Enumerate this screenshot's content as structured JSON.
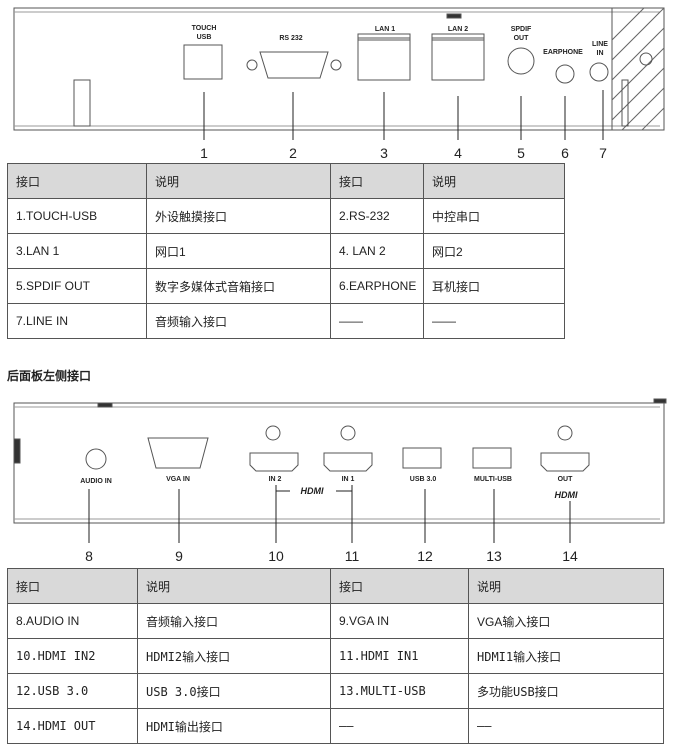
{
  "panel_top": {
    "labels": {
      "touch_usb": [
        "TOUCH",
        "USB"
      ],
      "rs232": "RS 232",
      "lan1": "LAN 1",
      "lan2": "LAN 2",
      "spdif": [
        "SPDIF",
        "OUT"
      ],
      "earphone": "EARPHONE",
      "line_in": [
        "LINE",
        "IN"
      ]
    },
    "callouts": [
      "1",
      "2",
      "3",
      "4",
      "5",
      "6",
      "7"
    ]
  },
  "table_top": {
    "header": [
      "接口",
      "说明",
      "接口",
      "说明"
    ],
    "rows": [
      [
        "1.TOUCH-USB",
        "外设触摸接口",
        "2.RS-232",
        "中控串口"
      ],
      [
        "3.LAN 1",
        "网口1",
        "4. LAN 2",
        "网口2"
      ],
      [
        "5.SPDIF OUT",
        "数字多媒体式音箱接口",
        "6.EARPHONE",
        "耳机接口"
      ],
      [
        "7.LINE IN",
        "音频输入接口",
        "——",
        "——"
      ]
    ]
  },
  "section_heading": "后面板左侧接口",
  "panel_bottom": {
    "labels": {
      "audio_in": "AUDIO IN",
      "vga_in": "VGA IN",
      "in2": "IN 2",
      "in1": "IN 1",
      "hdmi_group": "HDMI",
      "usb3": "USB 3.0",
      "multi_usb": "MULTI-USB",
      "out": "OUT",
      "hdmi_out": "HDMI"
    },
    "callouts": [
      "8",
      "9",
      "10",
      "11",
      "12",
      "13",
      "14"
    ]
  },
  "table_bottom": {
    "header": [
      "接口",
      "说明",
      "接口",
      "说明"
    ],
    "rows": [
      [
        "8.AUDIO IN",
        "音频输入接口",
        "9.VGA IN",
        "VGA输入接口"
      ],
      [
        "10.HDMI IN2",
        "HDMI2输入接口",
        "11.HDMI IN1",
        "HDMI1输入接口"
      ],
      [
        "12.USB 3.0",
        "USB 3.0接口",
        "13.MULTI-USB",
        "多功能USB接口"
      ],
      [
        "14.HDMI OUT",
        "HDMI输出接口",
        "——",
        "——"
      ]
    ]
  }
}
